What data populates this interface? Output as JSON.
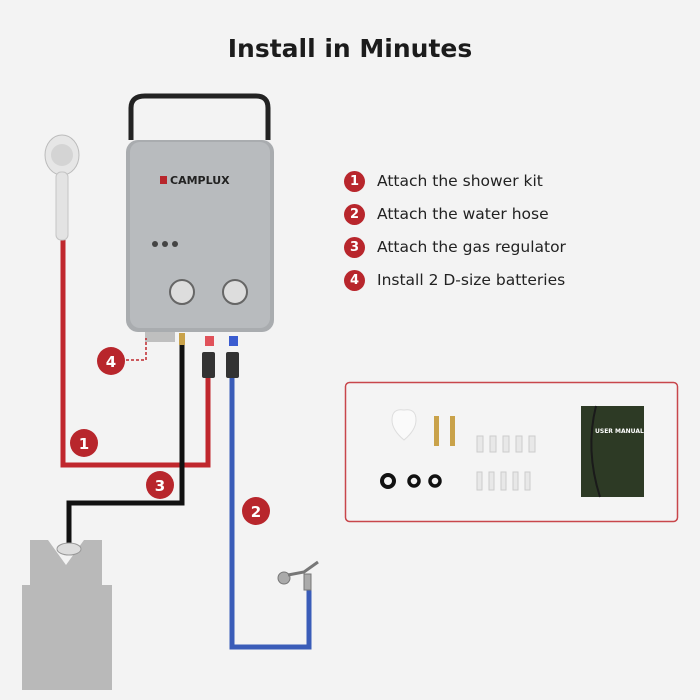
{
  "title": "Install in Minutes",
  "brand": "CAMPLUX",
  "steps": [
    {
      "number": "1",
      "label": "Attach the shower kit"
    },
    {
      "number": "2",
      "label": "Attach the water hose"
    },
    {
      "number": "3",
      "label": "Attach the gas regulator"
    },
    {
      "number": "4",
      "label": "Install 2 D-size batteries"
    }
  ],
  "accessories": {
    "manual_title": "USER MANUAL"
  },
  "colors": {
    "accent": "#b8262c",
    "hot_hose": "#c0272d",
    "cold_hose": "#3a5cb8",
    "gas_hose": "#111111",
    "box_border": "#c8464b"
  }
}
